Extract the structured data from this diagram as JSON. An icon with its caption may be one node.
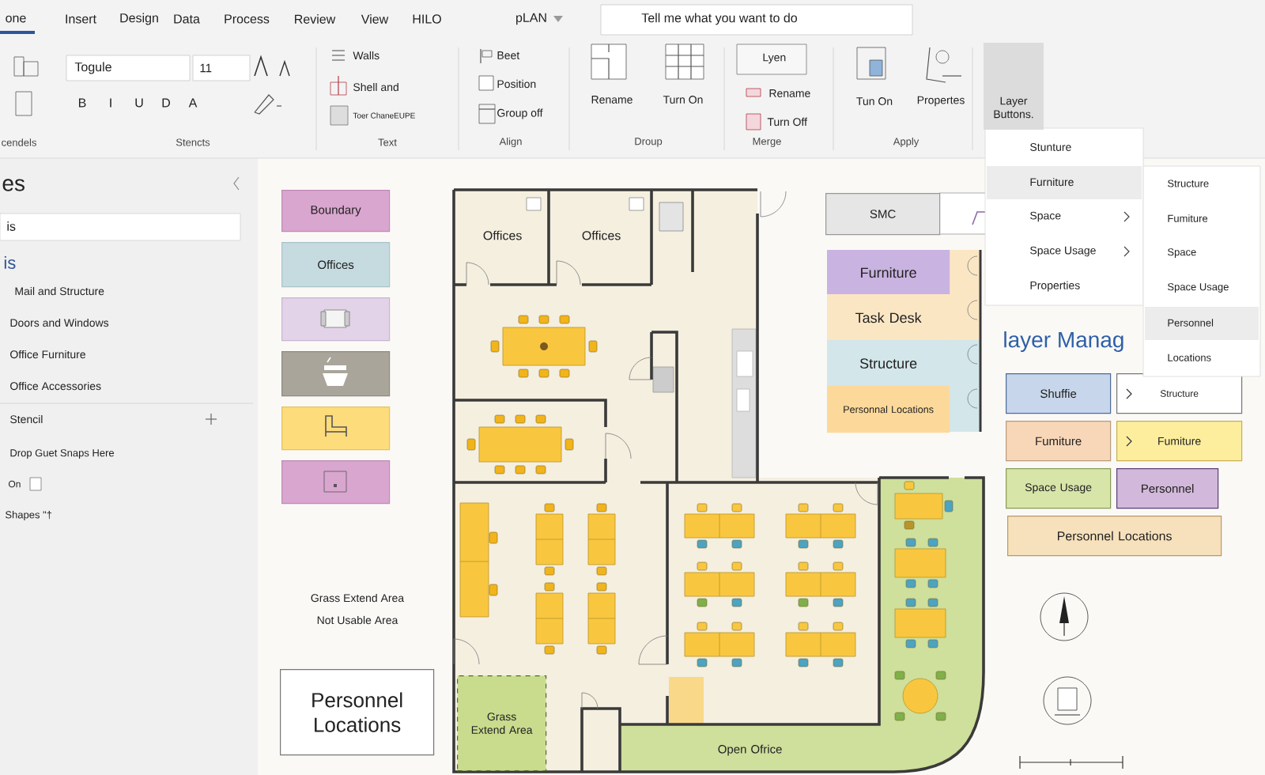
{
  "diagram": {
    "nodes": [
      {
        "text": [
          "Boundary"
        ]
      },
      {
        "text": [
          "Offices"
        ]
      },
      {
        "text": [],
        "shape": "box"
      },
      {
        "text": [],
        "shape": "box"
      },
      {
        "text": [],
        "shape": "box"
      },
      {
        "text": [],
        "shape": "box"
      },
      {
        "text": [
          "Personnel Locations"
        ]
      },
      {
        "text": [
          "Offices"
        ]
      },
      {
        "text": [
          "Offices"
        ]
      },
      {
        "text": [
          "Grass Extend Area"
        ]
      },
      {
        "text": [
          "Open Ofrice"
        ]
      },
      {
        "text": [
          "SMC"
        ]
      },
      {
        "text": [
          "Furniture"
        ]
      },
      {
        "text": [
          "Task Desk"
        ]
      },
      {
        "text": [
          "Structure"
        ]
      },
      {
        "text": [
          "Personnal Locations"
        ]
      },
      {
        "text": [
          "Shuffie"
        ]
      },
      {
        "text": [
          "Structure"
        ]
      },
      {
        "text": [
          "Fumiture"
        ]
      },
      {
        "text": [
          "Fumiture"
        ]
      },
      {
        "text": [
          "Space Usage"
        ]
      },
      {
        "text": [
          "Personnel"
        ]
      },
      {
        "text": [
          "Personnel Locations"
        ]
      }
    ],
    "labels": [
      "one",
      "Insert",
      "Design",
      "Data",
      "Process",
      "Review",
      "View",
      "HILO",
      "pLAN",
      "Tell me what you want to do",
      "Togule",
      "11",
      "Walls",
      "Beet",
      "Lyen",
      "Shell and",
      "Position",
      "Rename",
      "Rename",
      "Turn On",
      "Tun On",
      "Propertes",
      "Layer Buttons.",
      "B",
      "I",
      "U",
      "D",
      "A",
      "Toer ChaneEUPE",
      "Group off",
      "Turn Off",
      "cendels",
      "Stencts",
      "Text",
      "Align",
      "Droup",
      "Merge",
      "Apply",
      "Stunture",
      "Furniture",
      "Space",
      "Space Usage",
      "Properties",
      "Structure",
      "Fumiture",
      "Space",
      "Space Usage",
      "Personnel",
      "Locations",
      "es",
      "is",
      "is",
      "Mail and Structure",
      "Doors and Windows",
      "Office Furniture",
      "Office Accessories",
      "Stencil",
      "Drop Guet Snaps Here",
      "On",
      "Shapes \"†",
      "Grass Extend Area",
      "Not Usable Area",
      "layer Manag"
    ]
  }
}
